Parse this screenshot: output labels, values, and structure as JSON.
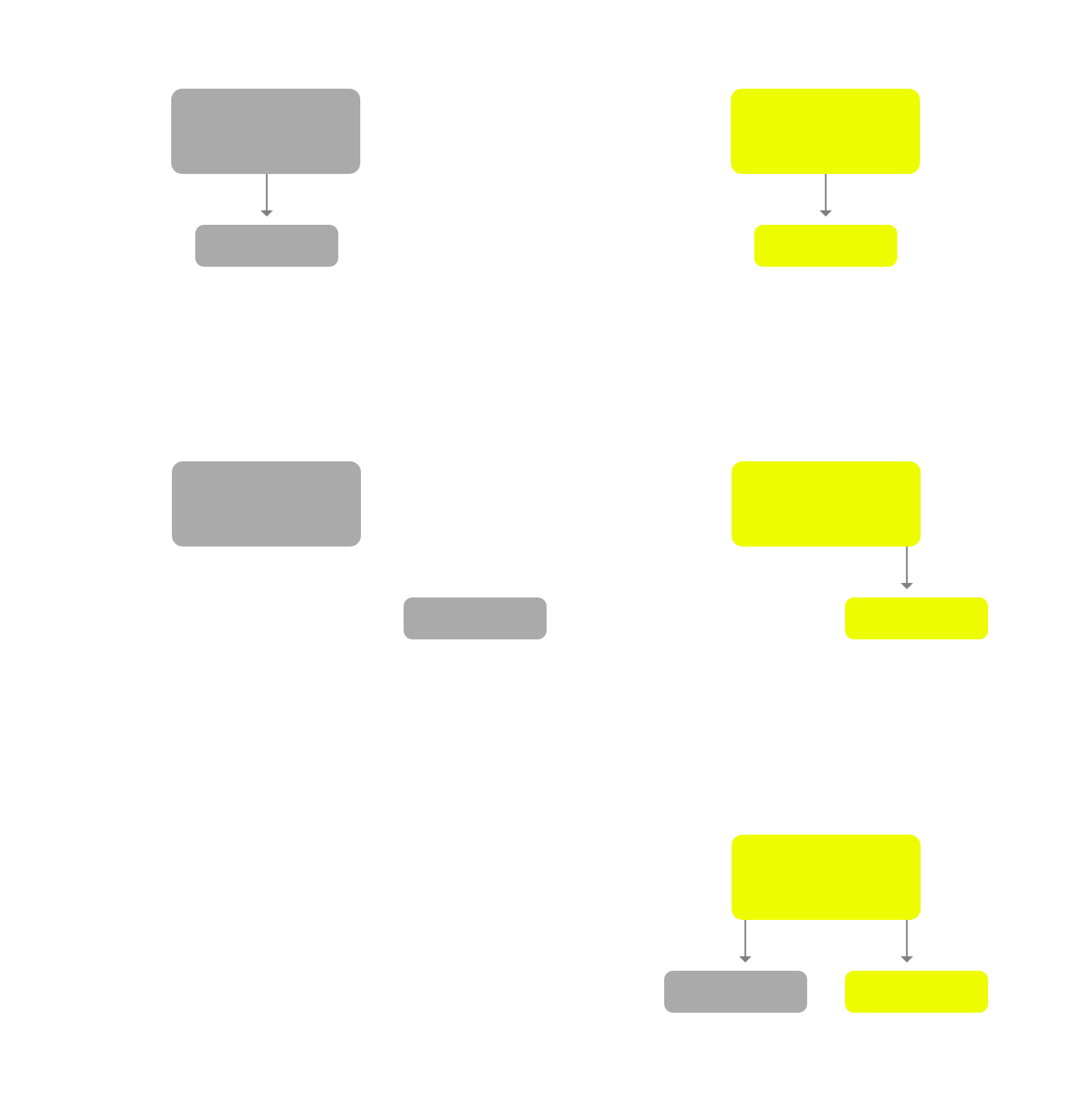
{
  "colors": {
    "background": "#ffffff",
    "inactive": "#aaaaaa",
    "active": "#eefc00",
    "edge": "#808080"
  },
  "diagrams": [
    {
      "nodes": [
        {
          "id": "d1-parent",
          "state": "inactive",
          "label": ""
        },
        {
          "id": "d1-child",
          "state": "inactive",
          "label": ""
        }
      ],
      "edges": [
        {
          "from": "d1-parent",
          "to": "d1-child"
        }
      ]
    },
    {
      "nodes": [
        {
          "id": "d2-parent",
          "state": "active",
          "label": ""
        },
        {
          "id": "d2-child",
          "state": "active",
          "label": ""
        }
      ],
      "edges": [
        {
          "from": "d2-parent",
          "to": "d2-child"
        }
      ]
    },
    {
      "nodes": [
        {
          "id": "d3-parent",
          "state": "inactive",
          "label": ""
        },
        {
          "id": "d3-child",
          "state": "inactive",
          "label": ""
        }
      ],
      "edges": []
    },
    {
      "nodes": [
        {
          "id": "d4-parent",
          "state": "active",
          "label": ""
        },
        {
          "id": "d4-child",
          "state": "active",
          "label": ""
        }
      ],
      "edges": [
        {
          "from": "d4-parent",
          "to": "d4-child"
        }
      ]
    },
    {
      "nodes": [
        {
          "id": "d5-parent",
          "state": "active",
          "label": ""
        },
        {
          "id": "d5-child-left",
          "state": "inactive",
          "label": ""
        },
        {
          "id": "d5-child-right",
          "state": "active",
          "label": ""
        }
      ],
      "edges": [
        {
          "from": "d5-parent",
          "to": "d5-child-left"
        },
        {
          "from": "d5-parent",
          "to": "d5-child-right"
        }
      ]
    }
  ]
}
